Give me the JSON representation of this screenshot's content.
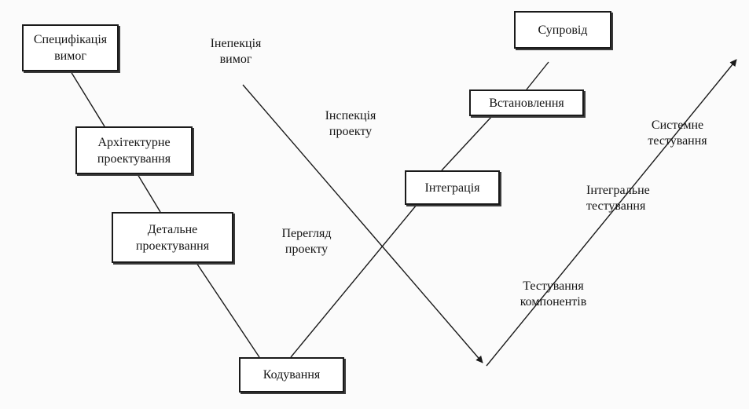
{
  "stages": {
    "spec": "Специфікація\nвимог",
    "arch": "Архітектурне\nпроектування",
    "detail": "Детальне\nпроектування",
    "coding": "Кодування",
    "integration": "Інтеграція",
    "install": "Встановлення",
    "support": "Супровід"
  },
  "activities": {
    "req_inspection": "Інепекція\nвимог",
    "design_inspection": "Інспекція\nпроекту",
    "design_review": "Перегляд\nпроекту",
    "component_testing": "Тестування\nкомпонентів",
    "integration_testing": "Інтегральне\nтестування",
    "system_testing": "Системне\nтестування"
  },
  "colors": {
    "ink": "#1a1a1a",
    "background": "#fbfbfb"
  }
}
